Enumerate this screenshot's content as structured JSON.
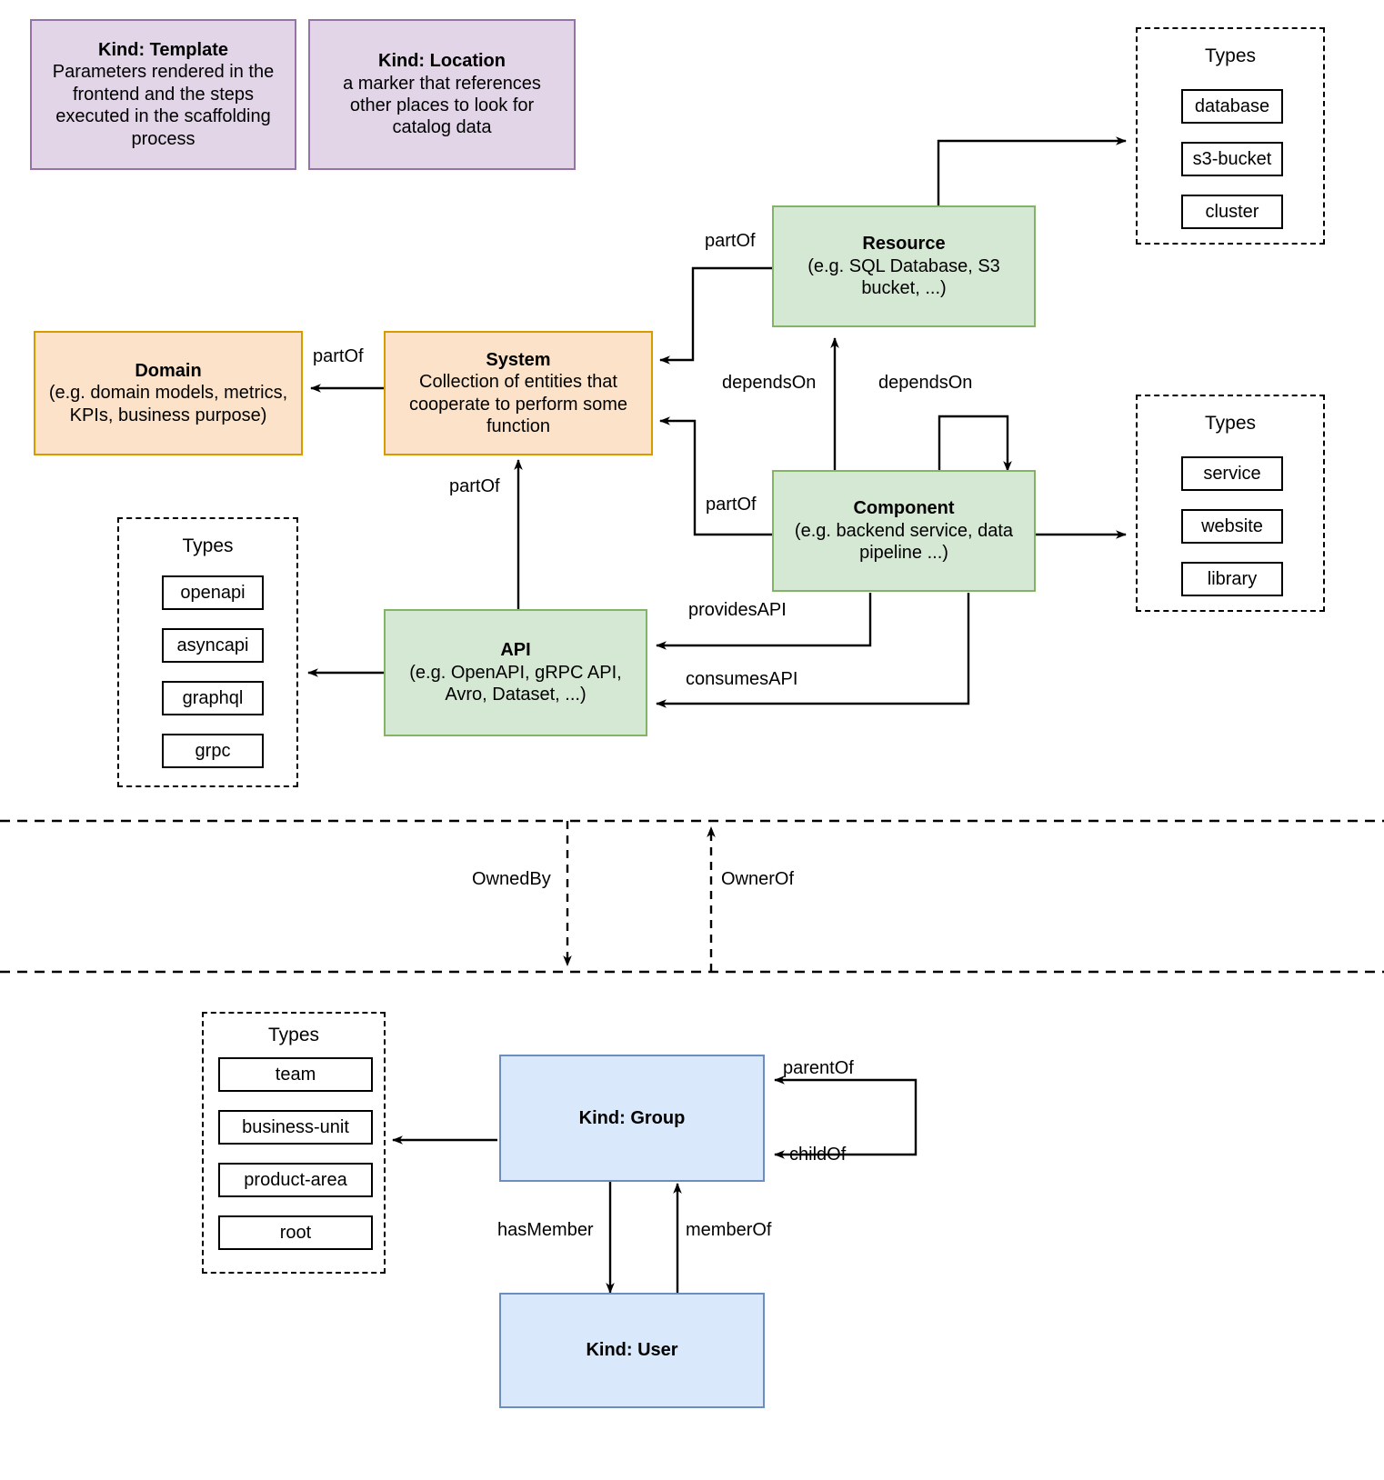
{
  "diagram": {
    "title": "Backstage catalog entity kinds and relations",
    "colors": {
      "purple_fill": "#e1d5e7",
      "purple_stroke": "#9673a6",
      "orange_fill": "#fbe2c8",
      "orange_stroke": "#d79b00",
      "green_fill": "#d5e8d4",
      "green_stroke": "#82b366",
      "blue_fill": "#dae8fc",
      "blue_stroke": "#6c8ebf",
      "line": "#000000"
    }
  },
  "nodes": {
    "template": {
      "title": "Kind: Template",
      "desc": "Parameters rendered in the frontend and the steps executed in  the scaffolding process"
    },
    "location": {
      "title": "Kind: Location",
      "desc": "a marker that references other places to look for catalog data"
    },
    "resource": {
      "title": "Resource",
      "desc": "(e.g. SQL Database, S3 bucket, ...)"
    },
    "domain": {
      "title": "Domain",
      "desc": "(e.g.  domain models, metrics, KPIs, business purpose)"
    },
    "system": {
      "title": "System",
      "desc": "Collection of entities that cooperate to perform some function"
    },
    "component": {
      "title": "Component",
      "desc": "(e.g. backend service, data pipeline ...)"
    },
    "api": {
      "title": "API",
      "desc": "(e.g. OpenAPI, gRPC API, Avro, Dataset, ...)"
    },
    "group": {
      "title": "Kind: Group",
      "desc": ""
    },
    "user": {
      "title": "Kind: User",
      "desc": ""
    }
  },
  "types_panels": {
    "resource": {
      "label": "Types",
      "items": [
        "database",
        "s3-bucket",
        "cluster"
      ]
    },
    "component": {
      "label": "Types",
      "items": [
        "service",
        "website",
        "library"
      ]
    },
    "api": {
      "label": "Types",
      "items": [
        "openapi",
        "asyncapi",
        "graphql",
        "grpc"
      ]
    },
    "group": {
      "label": "Types",
      "items": [
        "team",
        "business-unit",
        "product-area",
        "root"
      ]
    }
  },
  "edge_labels": {
    "system_partof_domain": "partOf",
    "resource_partof_system": "partOf",
    "component_partof_system": "partOf",
    "api_partof_system": "partOf",
    "component_dependson_resource": "dependsOn",
    "component_dependson_component": "dependsOn",
    "component_providesapi": "providesAPI",
    "component_consumesapi": "consumesAPI",
    "ownedby": "OwnedBy",
    "ownerof": "OwnerOf",
    "group_parentof": "parentOf",
    "group_childof": "childOf",
    "group_hasmember": "hasMember",
    "user_memberof": "memberOf"
  }
}
